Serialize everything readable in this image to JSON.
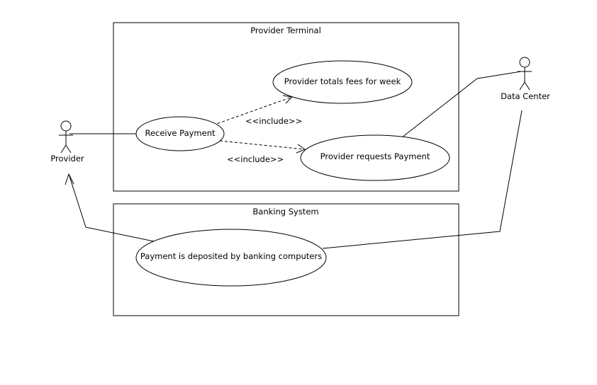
{
  "systems": {
    "terminal": {
      "label": "Provider Terminal"
    },
    "banking": {
      "label": "Banking System"
    }
  },
  "actors": {
    "provider": {
      "label": "Provider"
    },
    "data_center": {
      "label": "Data Center"
    }
  },
  "use_cases": {
    "totals": {
      "label": "Provider totals fees for week"
    },
    "receive": {
      "label": "Receive Payment"
    },
    "requests": {
      "label": "Provider requests Payment"
    },
    "deposited": {
      "label": "Payment is deposited by banking computers"
    }
  },
  "relations": {
    "include_1": {
      "label": "<<include>>"
    },
    "include_2": {
      "label": "<<include>>"
    }
  }
}
